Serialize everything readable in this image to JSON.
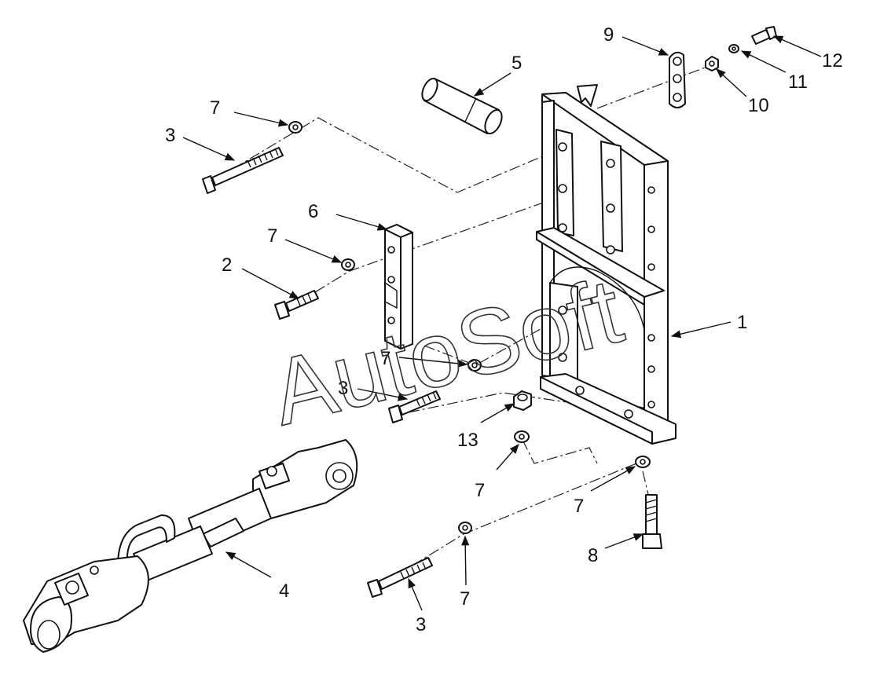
{
  "diagram": {
    "watermark": "AutoSoft",
    "callouts": [
      {
        "id": "c9",
        "label": "9"
      },
      {
        "id": "c5",
        "label": "5"
      },
      {
        "id": "c12",
        "label": "12"
      },
      {
        "id": "c11",
        "label": "11"
      },
      {
        "id": "c10",
        "label": "10"
      },
      {
        "id": "c7a",
        "label": "7"
      },
      {
        "id": "c3a",
        "label": "3"
      },
      {
        "id": "c6",
        "label": "6"
      },
      {
        "id": "c7b",
        "label": "7"
      },
      {
        "id": "c2",
        "label": "2"
      },
      {
        "id": "c1",
        "label": "1"
      },
      {
        "id": "c7c",
        "label": "7"
      },
      {
        "id": "c3b",
        "label": "3"
      },
      {
        "id": "c13",
        "label": "13"
      },
      {
        "id": "c7d",
        "label": "7"
      },
      {
        "id": "c7e",
        "label": "7"
      },
      {
        "id": "c8",
        "label": "8"
      },
      {
        "id": "c4",
        "label": "4"
      },
      {
        "id": "c7f",
        "label": "7"
      },
      {
        "id": "c3c",
        "label": "3"
      }
    ]
  }
}
